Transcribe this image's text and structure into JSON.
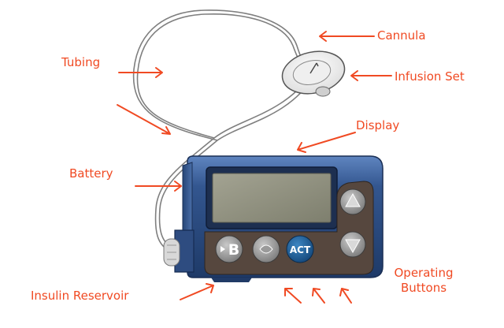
{
  "diagram": {
    "labels": {
      "cannula": "Cannula",
      "tubing": "Tubing",
      "infusion_set": "Infusion Set",
      "display": "Display",
      "battery": "Battery",
      "insulin_reservoir": "Insulin Reservoir",
      "operating_buttons_line1": "Operating",
      "operating_buttons_line2": "Buttons"
    },
    "buttons": {
      "b_button": "B",
      "act_button": "ACT"
    },
    "colors": {
      "label": "#f04a23",
      "pump_body": "#2c4f86",
      "button_panel": "#5a4a40",
      "screen": "#8e8e7c",
      "act_button": "#1c5f93"
    }
  }
}
